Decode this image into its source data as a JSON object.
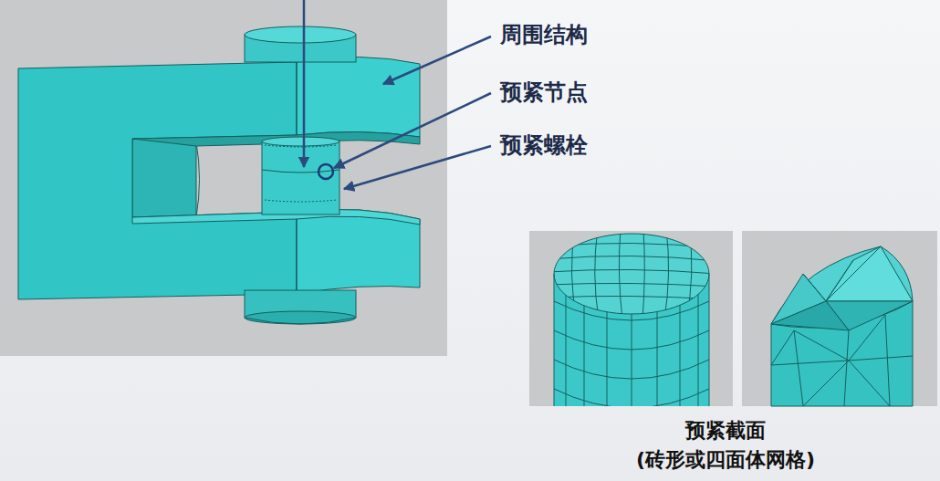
{
  "diagram": {
    "labels": [
      "周围结构",
      "预紧节点",
      "预紧螺栓",
      "预紧截面",
      "(砖形或四面体网格)"
    ]
  }
}
